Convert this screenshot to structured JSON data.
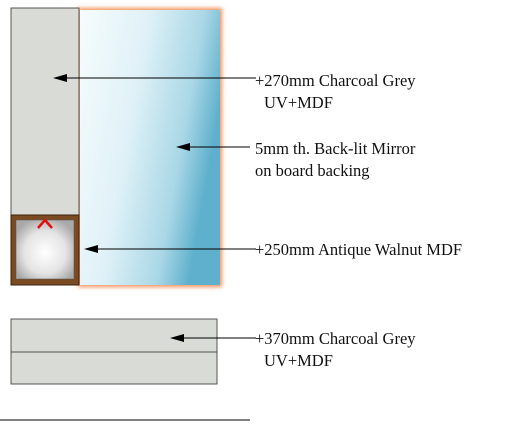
{
  "callouts": {
    "upper_panel": {
      "line1": "+270mm Charcoal Grey",
      "line2": "UV+MDF"
    },
    "mirror": {
      "line1": "5mm th. Back-lit Mirror",
      "line2": "on board backing"
    },
    "niche": {
      "line1": "+250mm Antique Walnut MDF"
    },
    "lower_panel": {
      "line1": "+370mm Charcoal Grey",
      "line2": "UV+MDF"
    }
  },
  "colors": {
    "charcoal_grey_panel": "#d9dbd7",
    "antique_walnut_frame": "#7a4a23",
    "mirror_glow": "#f0905a",
    "mirror_light": "#f4fbfd",
    "mirror_blue": "#5fb0cc",
    "marker_red": "#e01010"
  }
}
